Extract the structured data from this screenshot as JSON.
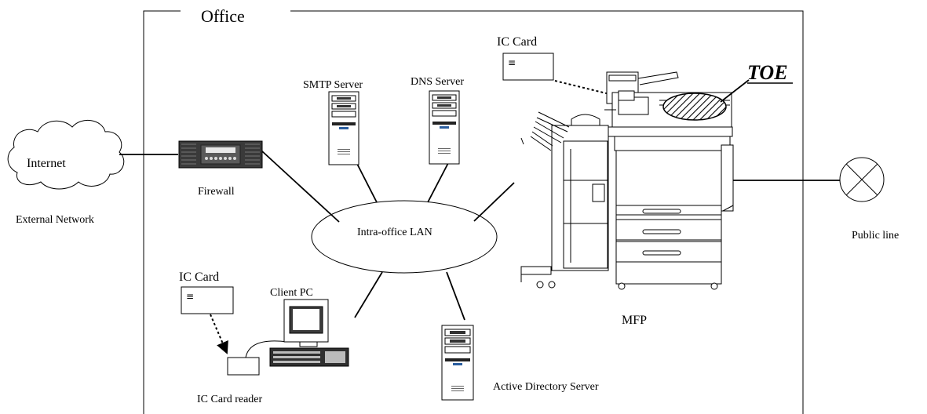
{
  "office": {
    "title": "Office"
  },
  "external": {
    "internet": "Internet",
    "network": "External Network"
  },
  "devices": {
    "firewall": "Firewall",
    "smtp": "SMTP Server",
    "dns": "DNS Server",
    "lan": "Intra-office LAN",
    "client_pc": "Client PC",
    "ad_server": "Active Directory Server",
    "card_reader": "IC Card reader",
    "mfp": "MFP",
    "toe": "TOE",
    "public_line": "Public line"
  },
  "cards": {
    "top": "IC Card",
    "left": "IC Card",
    "glyph": "≡"
  }
}
